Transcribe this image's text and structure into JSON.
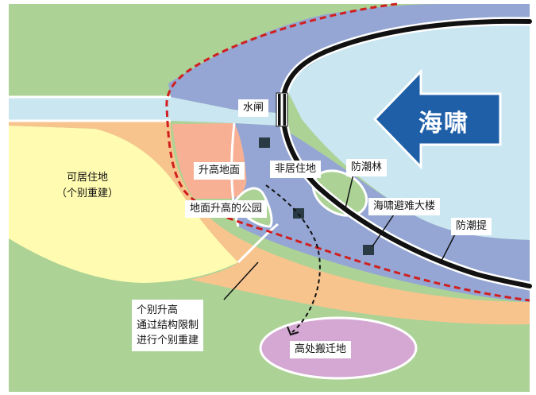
{
  "labels": {
    "sluice_gate": "水闸",
    "tsunami": "海啸",
    "residential_area_line1": "可居住地",
    "residential_area_line2": "（个别重建）",
    "raised_ground": "升高地面",
    "non_residential": "非居住地",
    "tide_forest": "防潮林",
    "raised_park": "地面升高的公园",
    "evacuation_building": "海啸避难大楼",
    "seawall": "防潮提",
    "individual_raise_line1": "个别升高",
    "individual_raise_line2": "通过结构限制",
    "individual_raise_line3": "进行个别重建",
    "relocation_highland": "高处搬迁地"
  },
  "colors": {
    "green_land": "#acd296",
    "yellow_zone": "#fffbb0",
    "orange_zone": "#f8c48e",
    "salmon_zone": "#f7b094",
    "blue_zone": "#95a6d4",
    "river_light": "#c9e6f1",
    "sea_light": "#c9e6f1",
    "arrow_blue": "#1f5fa8",
    "purple_zone": "#d4a8d2",
    "dash_red": "#d01f1f",
    "seawall_black": "#111111"
  },
  "icons": {
    "building_marker": "dark-square",
    "tsunami_arrow": "arrow-left"
  }
}
